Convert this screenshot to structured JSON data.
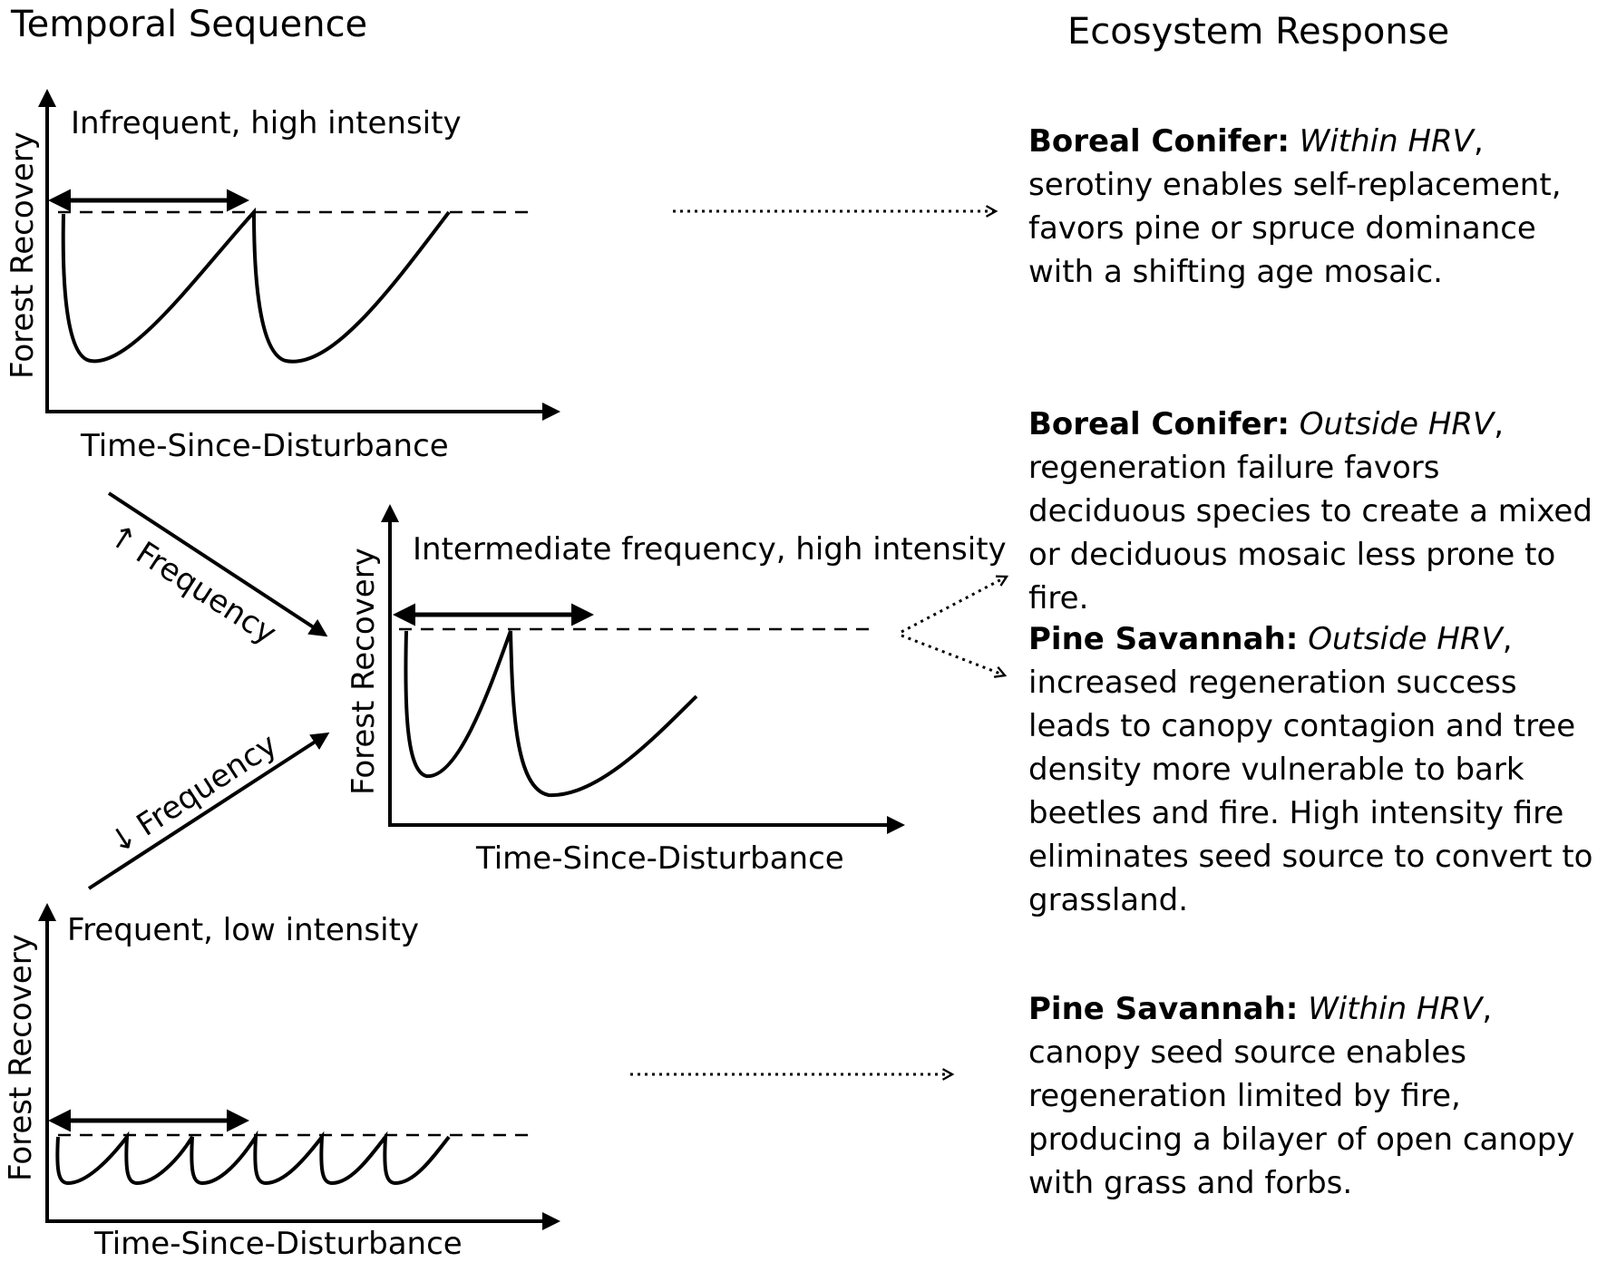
{
  "headings": {
    "left": "Temporal Sequence",
    "right": "Ecosystem Response"
  },
  "axes": {
    "y_label": "Forest Recovery",
    "x_label": "Time-Since-Disturbance"
  },
  "panels": {
    "top": {
      "title": "Infrequent, high intensity"
    },
    "middle": {
      "title": "Intermediate frequency, high intensity"
    },
    "bottom": {
      "title": "Frequent, low intensity"
    }
  },
  "transitions": {
    "increase": {
      "symbol": "↑",
      "label": "Frequency"
    },
    "decrease": {
      "symbol": "↓",
      "label": "Frequency"
    }
  },
  "responses": [
    {
      "name": "Boreal Conifer:",
      "range": "Within HRV",
      "text": ", serotiny enables self-replacement, favors pine or spruce dominance with a shifting age mosaic."
    },
    {
      "name": "Boreal Conifer:",
      "range": "Outside HRV",
      "text": ", regeneration failure favors deciduous species to create a mixed or deciduous mosaic less prone to fire."
    },
    {
      "name": "Pine Savannah:",
      "range": "Outside HRV",
      "text": ", increased regeneration success leads to canopy contagion and tree density more vulnerable to bark beetles and fire. High intensity fire eliminates seed source to convert to grassland."
    },
    {
      "name": "Pine Savannah:",
      "range": "Within HRV",
      "text": ", canopy seed source enables regeneration limited by fire, producing a bilayer of open canopy with grass and forbs."
    }
  ],
  "colors": {
    "ink": "#000000",
    "background": "#ffffff"
  }
}
